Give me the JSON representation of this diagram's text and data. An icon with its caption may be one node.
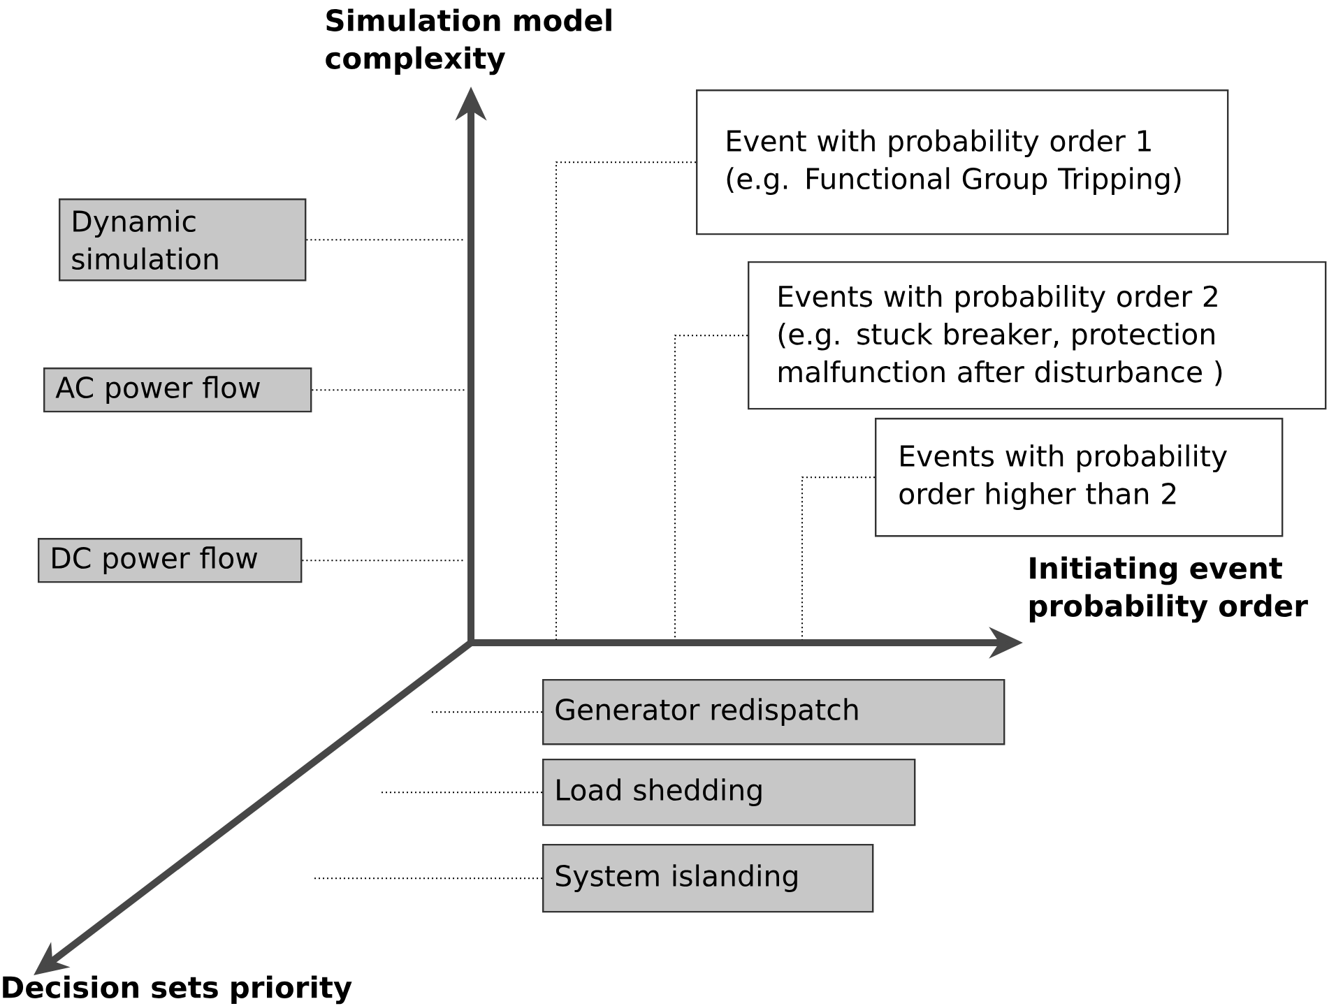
{
  "diagram": {
    "nodes": [
      {
        "text": [
          "Dynamic simulation"
        ]
      },
      {
        "text": [
          "AC power flow"
        ]
      },
      {
        "text": [
          "DC power flow"
        ]
      },
      {
        "text": [
          "Event with probability order 1 (e.g. Functional Group Tripping)"
        ]
      },
      {
        "text": [
          "Events with probability order 2 (e.g. stuck breaker, protection malfunction after disturbance )"
        ]
      },
      {
        "text": [
          "Events with probability order higher than 2"
        ]
      },
      {
        "text": [
          "Generator redispatch"
        ]
      },
      {
        "text": [
          "Load shedding"
        ]
      },
      {
        "text": [
          "System islanding"
        ]
      }
    ],
    "edges": [
      {
        "from": 0,
        "to": null,
        "arrow": "none"
      },
      {
        "from": 1,
        "to": null,
        "arrow": "none"
      },
      {
        "from": 2,
        "to": null,
        "arrow": "none"
      },
      {
        "from": 3,
        "to": null,
        "arrow": "none"
      },
      {
        "from": 4,
        "to": null,
        "arrow": "none"
      },
      {
        "from": 5,
        "to": null,
        "arrow": "none"
      },
      {
        "from": 6,
        "to": null,
        "arrow": "none"
      },
      {
        "from": 7,
        "to": null,
        "arrow": "none"
      },
      {
        "from": 8,
        "to": null,
        "arrow": "none"
      }
    ],
    "labels": [
      "Simulation model complexity",
      "Initiating event probability order",
      "Decision sets priority"
    ]
  }
}
